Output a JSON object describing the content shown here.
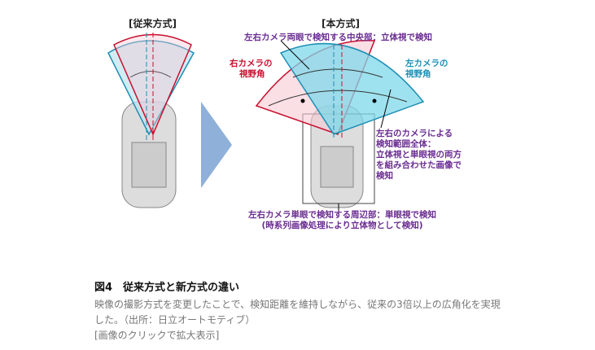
{
  "figure": {
    "left_heading": "[従来方式]",
    "right_heading": "[本方式]",
    "label_center": "左右カメラ両眼で検知する中央部：立体視で検知",
    "label_right_camera": [
      "右カメラの",
      "視野角"
    ],
    "label_left_camera": [
      "左カメラの",
      "視野角"
    ],
    "label_total": [
      "左右のカメラによる",
      "検知範囲全体：",
      "立体視と単眼視の両方",
      "を組み合わせた画像で",
      "検知"
    ],
    "label_periphery": [
      "左右カメラ単眼で検知する周辺部：単眼視で検知",
      "(時系列画像処理により立体物として検知)"
    ],
    "colors": {
      "red": "#c8102e",
      "blue": "#1d8fb5",
      "purple": "#6a2c91",
      "arrow": "#8fb0d8"
    }
  },
  "caption": {
    "title": "図4　従来方式と新方式の違い",
    "body": "映像の撮影方式を変更したことで、検知距離を維持しながら、従来の3倍以上の広角化を実現した。（出所：日立オートモティブ）",
    "link": "[画像のクリックで拡大表示]"
  }
}
